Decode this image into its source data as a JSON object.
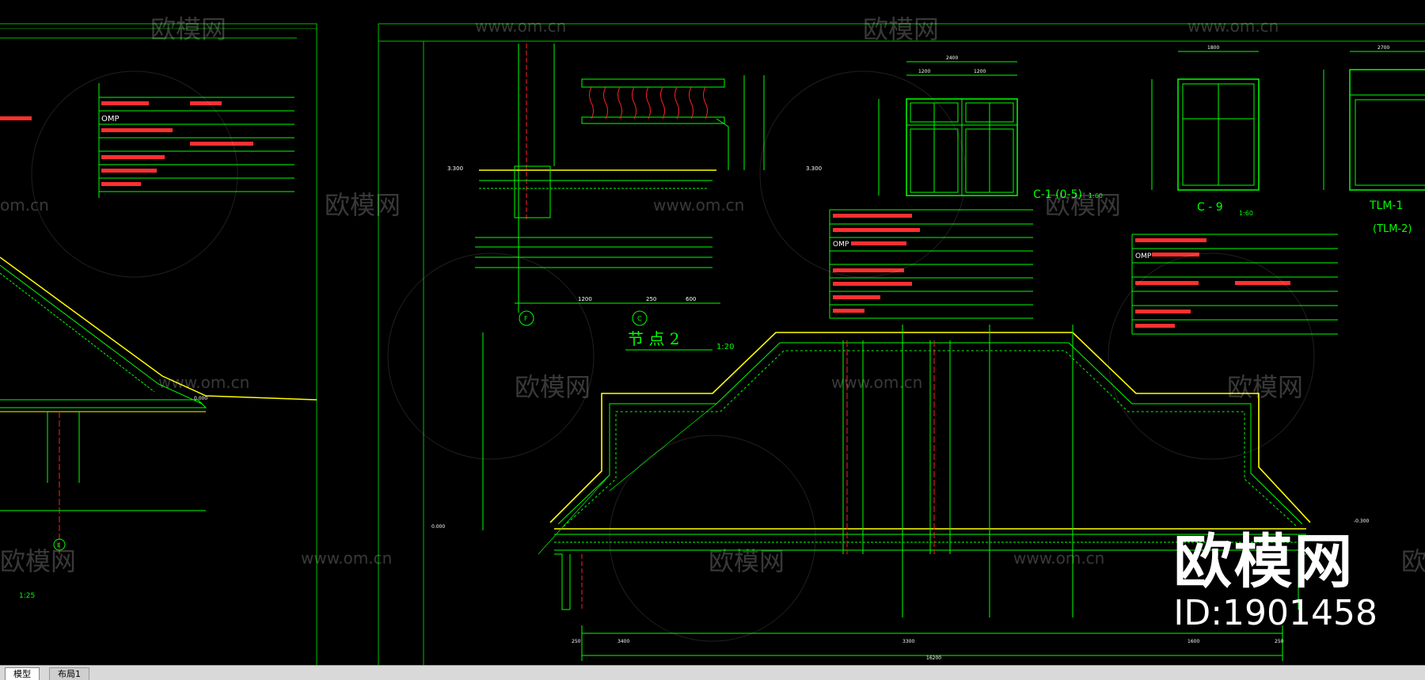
{
  "watermark": {
    "text": "欧模网",
    "url": "www.om.cn",
    "url_partial": "om.cn"
  },
  "branding": {
    "name": "欧模网",
    "id": "ID:1901458"
  },
  "drawing": {
    "detail_title": "节  点   2",
    "detail_scale": "1:20",
    "window_c1_title": "C-1 (0-5)",
    "window_c1_scale": "1:60",
    "window_c9_title": "C - 9",
    "window_c9_scale": "1:60",
    "window_tlm_title": "TLM-1",
    "window_tlm_sub": "(TLM-2)",
    "left_scale": "1:25",
    "axis_f": "F",
    "axis_c": "C",
    "axis_e": "E",
    "omp_label": "OMP",
    "elev_labels": [
      "3.300",
      "3.300",
      "0.000",
      "-0.300",
      "0.000"
    ],
    "dims_top": [
      "1200",
      "250",
      "600"
    ],
    "dims_bottom": [
      "250",
      "3400",
      "3300",
      "1600",
      "250",
      "16200"
    ],
    "win_dims": [
      "1800",
      "2400",
      "1200",
      "1200",
      "2700"
    ]
  },
  "colors": {
    "background": "#000000",
    "frame": "#00c000",
    "line_green": "#00ff00",
    "line_yellow": "#ffff00",
    "line_red": "#ff2020",
    "text_white": "#ffffff",
    "tabbar": "#d9d9d9"
  },
  "tabs": {
    "model": "模型",
    "layout1": "布局1"
  }
}
